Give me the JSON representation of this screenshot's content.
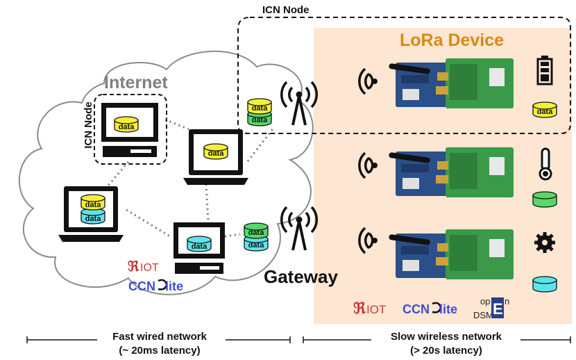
{
  "internet": {
    "title": "Internet"
  },
  "icn_node_top": "ICN Node",
  "icn_node_left": "ICN Node",
  "lora_title": "LoRa Device",
  "gateway_label": "Gateway",
  "data_label": "data",
  "riot_logo": "RIOT",
  "ccnlite_logo": "CCN-lite",
  "opendsme_logo": "openDSME",
  "bottom_left": {
    "line1": "Fast wired network",
    "line2": "(~ 20ms latency)"
  },
  "bottom_right": {
    "line1": "Slow wireless network",
    "line2": "(> 20s latency)"
  },
  "colors": {
    "lora_bg": "#fde6d2",
    "lora_title": "#d58a12",
    "data_yellow": "#f4ef38",
    "data_green": "#58d868",
    "data_cyan": "#5fe3ea",
    "cloud_stroke": "#8a8a8a",
    "riot_red": "#c83a3a",
    "ccn_blue": "#3a4fd6",
    "board_green": "#2e8b3c",
    "board_blue": "#2a4f8a"
  }
}
